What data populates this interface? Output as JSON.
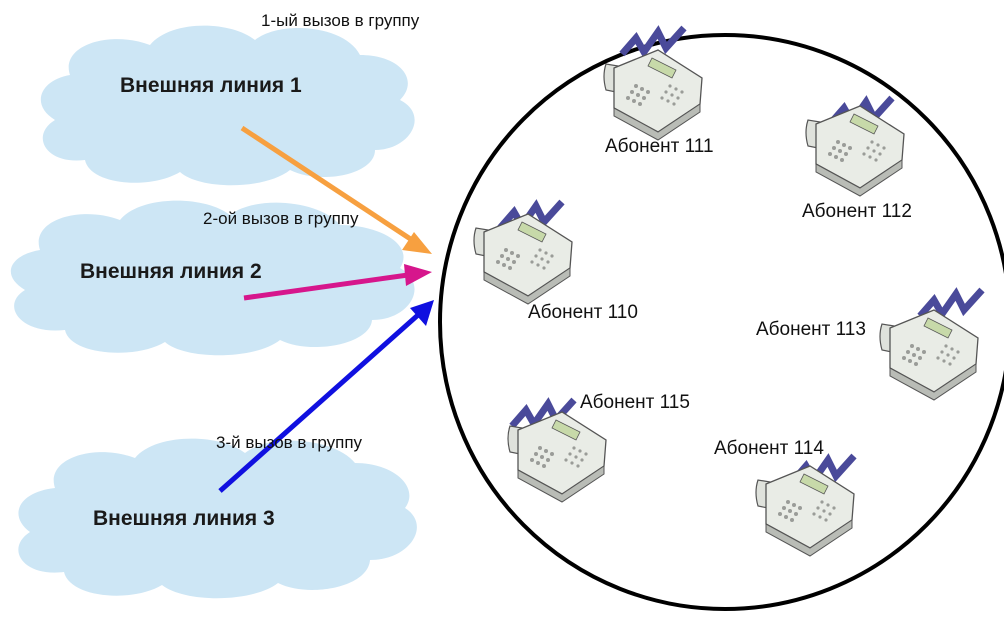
{
  "colors": {
    "cloud": "#cde6f5",
    "group_circle": "#000000",
    "arrow_call_1": "#f7a040",
    "arrow_call_2": "#d6168c",
    "arrow_call_3": "#1010e0",
    "signal": "#4a4a9a",
    "phone_body": "#e9ece6"
  },
  "lines": [
    {
      "label": "Внешняя линия 1"
    },
    {
      "label": "Внешняя линия 2"
    },
    {
      "label": "Внешняя линия 3"
    }
  ],
  "calls": [
    {
      "label": "1-ый вызов в группу"
    },
    {
      "label": "2-ой вызов в группу"
    },
    {
      "label": "3-й вызов в группу"
    }
  ],
  "subscribers": [
    {
      "label": "Абонент 111"
    },
    {
      "label": "Абонент 112"
    },
    {
      "label": "Абонент 110"
    },
    {
      "label": "Абонент 113"
    },
    {
      "label": "Абонент 115"
    },
    {
      "label": "Абонент 114"
    }
  ],
  "icons": {
    "phone": "desk-phone-icon",
    "signal": "ringing-signal-icon",
    "cloud": "cloud-icon"
  }
}
